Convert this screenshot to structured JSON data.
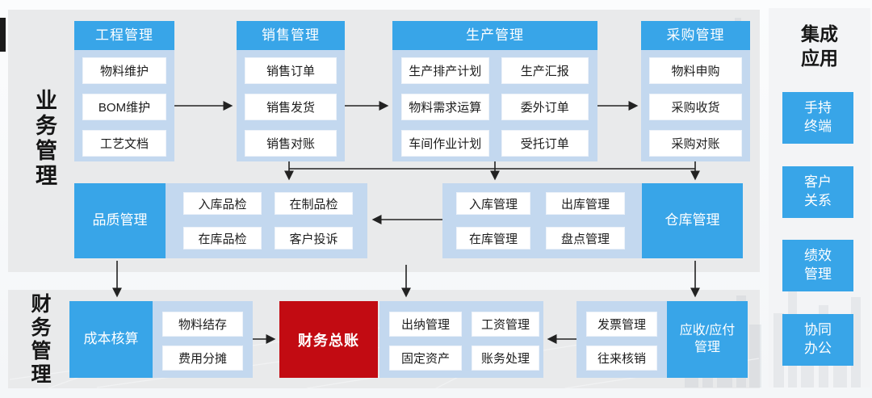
{
  "side_labels": {
    "business": "业务管理",
    "finance": "财务管理"
  },
  "business": {
    "columns": [
      {
        "title": "工程管理",
        "items": [
          "物料维护",
          "BOM维护",
          "工艺文档"
        ]
      },
      {
        "title": "销售管理",
        "items": [
          "销售订单",
          "销售发货",
          "销售对账"
        ]
      },
      {
        "title": "生产管理",
        "items": [
          "生产排产计划",
          "生产汇报",
          "物料需求运算",
          "委外订单",
          "车间作业计划",
          "受托订单"
        ]
      },
      {
        "title": "采购管理",
        "items": [
          "物料申购",
          "采购收货",
          "采购对账"
        ]
      }
    ]
  },
  "middle": {
    "quality_label": "品质管理",
    "quality_items": [
      "入库品检",
      "在制品检",
      "在库品检",
      "客户投诉"
    ],
    "warehouse_items": [
      "入库管理",
      "出库管理",
      "在库管理",
      "盘点管理"
    ],
    "warehouse_label": "仓库管理"
  },
  "finance": {
    "cost_label": "成本核算",
    "cost_items": [
      "物料结存",
      "费用分摊"
    ],
    "ledger_label": "财务总账",
    "cashier_items": [
      "出纳管理",
      "工资管理",
      "固定资产",
      "账务处理"
    ],
    "invoice_items": [
      "发票管理",
      "往来核销"
    ],
    "arap_label": "应收/应付管理"
  },
  "integration": {
    "title": "集成应用",
    "items": [
      "手持终端",
      "客户关系",
      "绩效管理",
      "协同办公"
    ]
  },
  "colors": {
    "accent_blue": "#38a5e8",
    "light_blue": "#c3d8ef",
    "ledger_red": "#c20b12",
    "panel_gray": "#e9eaeb",
    "text_dark": "#1c1c1c"
  }
}
